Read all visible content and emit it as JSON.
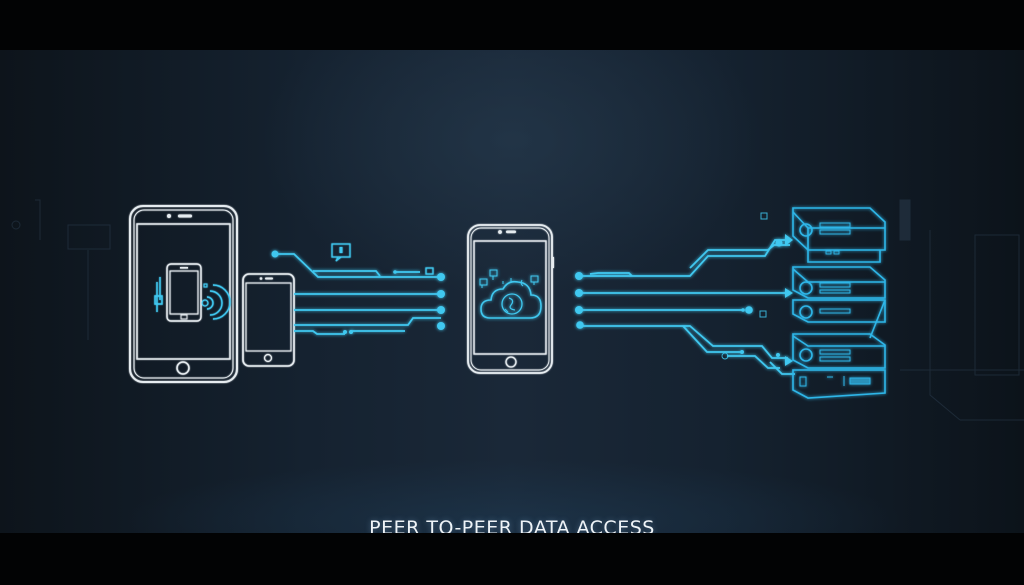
{
  "caption": {
    "title": "PEER TO-PEER DATA ACCESS"
  },
  "colors": {
    "background_center": "#1a2838",
    "background_edge": "#0d141b",
    "letterbox": "#020304",
    "device_outline": "#e6ecf0",
    "accent_cyan": "#3fc8f0",
    "server_cyan": "#2fb6e8",
    "caption_text": "#eef3f7"
  },
  "icons": {
    "large_tablet": "tablet-icon",
    "inner_phone": "phone-sync-icon",
    "small_phone": "smartphone-icon",
    "center_phone": "smartphone-icon",
    "cloud": "cloud-sync-icon",
    "servers": "server-rack-icon",
    "chat_bubble": "chat-bubble-icon"
  },
  "diagram": {
    "left_group": [
      "large-tablet",
      "small-phone"
    ],
    "center_node": "cloud-phone",
    "right_group": [
      "server-1",
      "server-2",
      "server-3"
    ],
    "left_connectors": 4,
    "right_connectors": 4
  }
}
